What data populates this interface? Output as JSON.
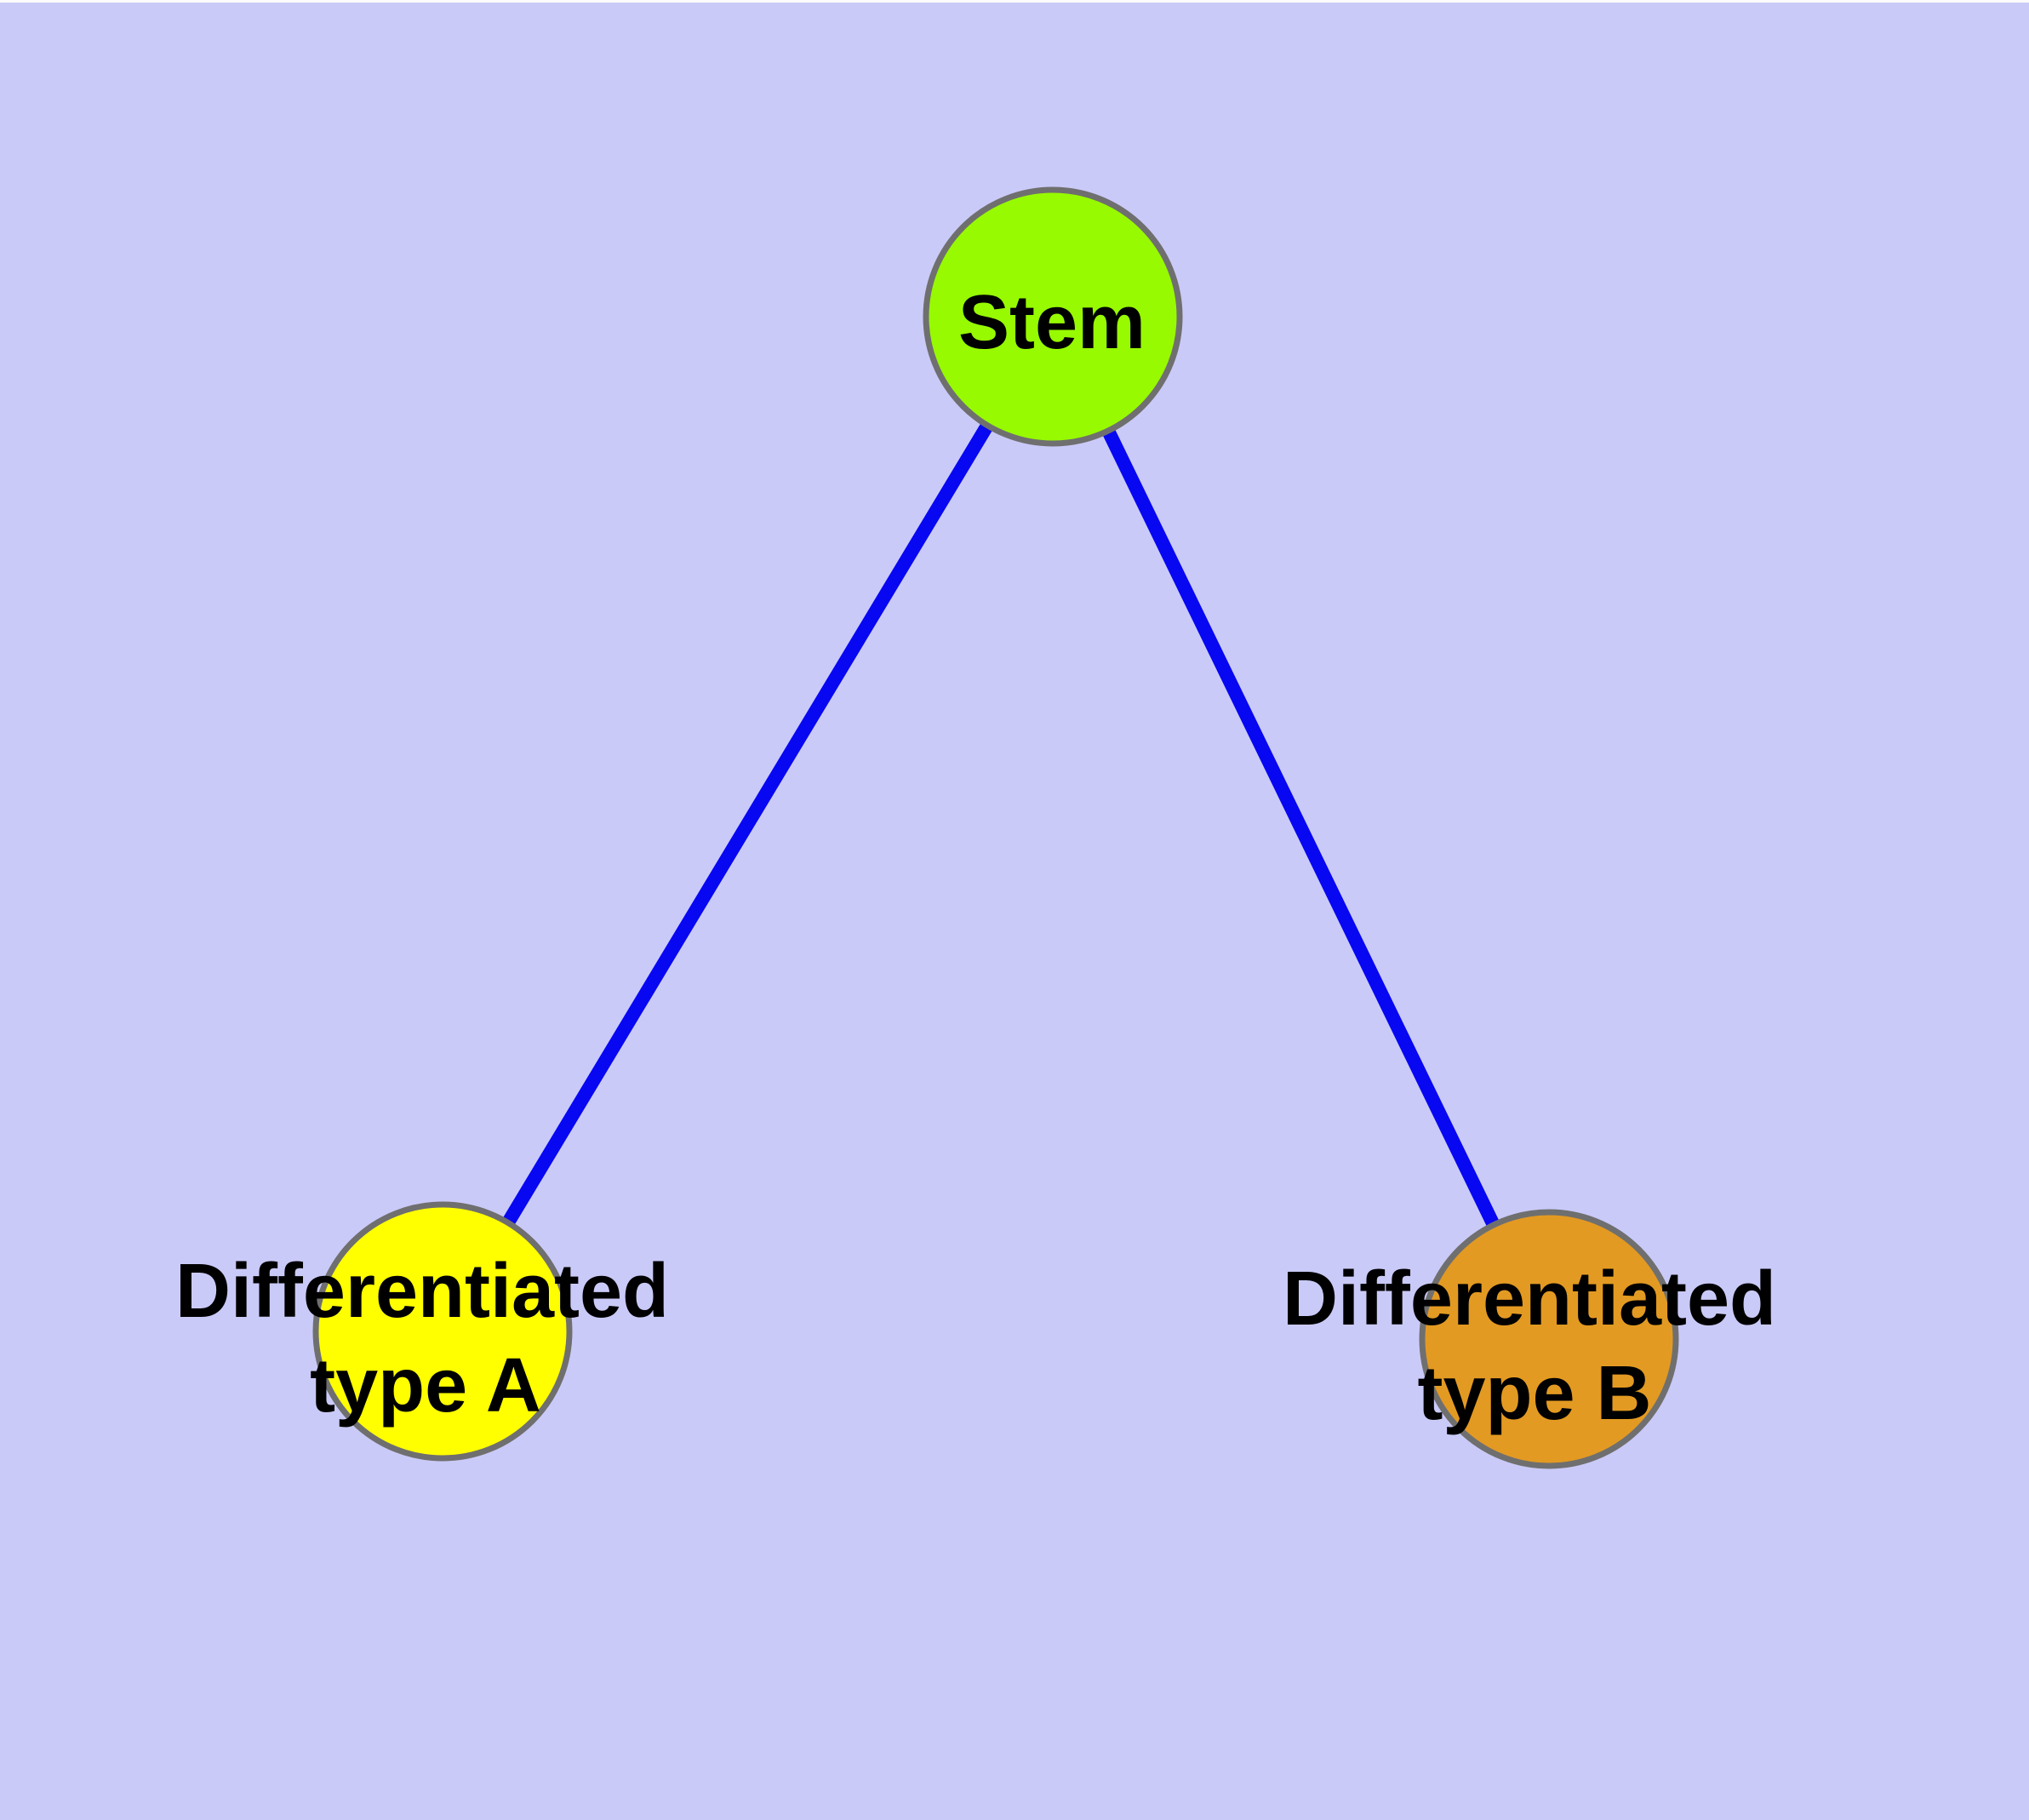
{
  "graph": {
    "background_color": "#CACAF8",
    "top_strip_color": "#FBFBFB",
    "edge_color": "#0707F2",
    "node_border_color": "#6F6F6F",
    "label_color": "#000000",
    "nodes": [
      {
        "id": "stem",
        "label_lines": [
          "Stem"
        ],
        "color": "#97FA00"
      },
      {
        "id": "type-a",
        "label_lines": [
          "Differentiated",
          "type A"
        ],
        "color": "#FFFF00"
      },
      {
        "id": "type-b",
        "label_lines": [
          "Differentiated",
          "type B"
        ],
        "color": "#E39A22"
      }
    ],
    "edges": [
      {
        "from": "stem",
        "to": "type-a"
      },
      {
        "from": "stem",
        "to": "type-b"
      }
    ]
  }
}
